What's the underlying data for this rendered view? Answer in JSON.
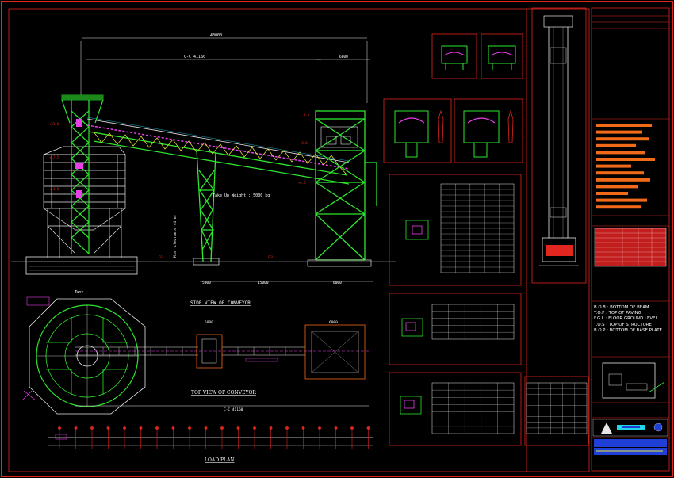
{
  "views": {
    "side_view_title": "SIDE VIEW OF CONVEYOR",
    "top_view_title": "TOP VIEW OF CONVEYOR",
    "load_plan_title": "LOAD PLAN",
    "tank_label": "Tank"
  },
  "abbreviations": [
    "B.O.B : BOTTOM OF BEAM",
    "T.O.P : TOP OF PAVING",
    "F.G.L : FLOOR GROUND LEVEL",
    "T.O.S : TOP OF STRUCTURE",
    "B.O.P : BOTTOM OF BASE PLATE"
  ],
  "colors": {
    "frame": "#e0261e",
    "structure": "#2ee62e",
    "conveyor_accent": "#e83fe8",
    "dimension": "#e6e6e6",
    "orange_notes": "#f06a1a",
    "cyan": "#22d6ea",
    "blue": "#1f3fd6"
  },
  "icons": {
    "logo": "triangle-logo-icon",
    "north": "north-arrow-icon"
  }
}
